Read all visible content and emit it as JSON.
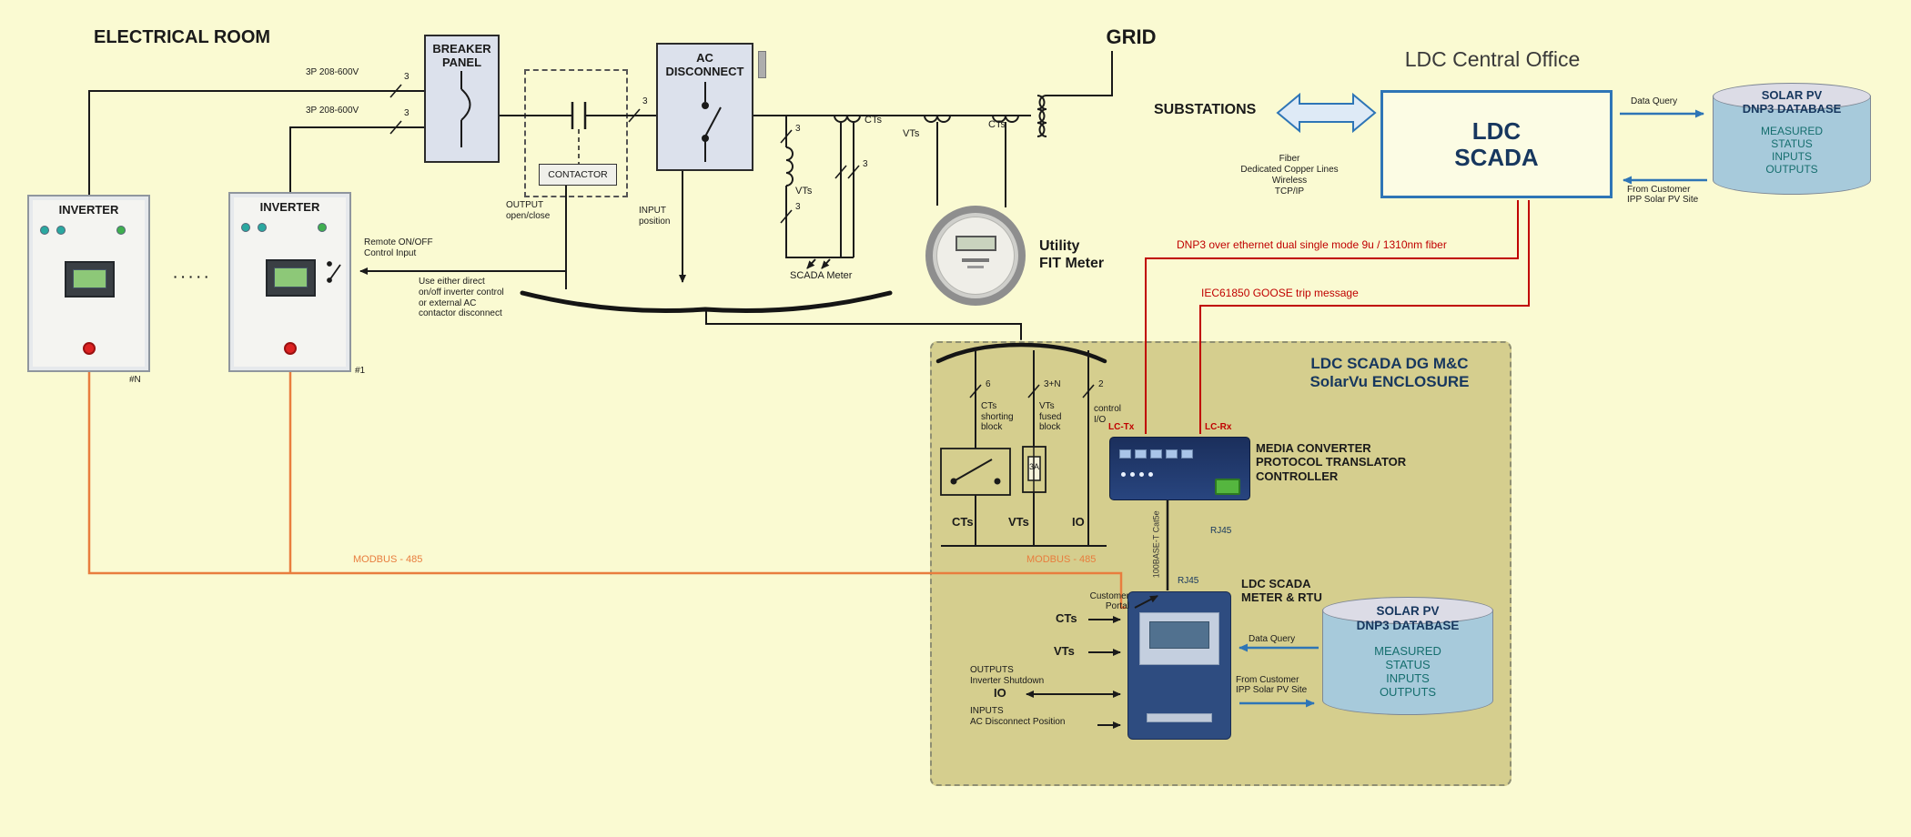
{
  "misc": {
    "three": "3"
  },
  "electrical_room": {
    "title": "ELECTRICAL ROOM",
    "inverter_label": "INVERTER",
    "tag_n": "#N",
    "tag_1": "#1",
    "dots": "·  ·  ·  ·  ·",
    "wire_label_top": "3P 208-600V",
    "wire_label_bottom": "3P 208-600V",
    "remote_note": "Remote ON/OFF\nControl Input",
    "control_note": "Use either direct\non/off inverter control\nor external AC\ncontactor disconnect",
    "modbus_a": "MODBUS - 485"
  },
  "switchgear": {
    "breaker_panel": "BREAKER\nPANEL",
    "contactor": "CONTACTOR",
    "ac_disconnect": "AC\nDISCONNECT",
    "output_note": "OUTPUT\nopen/close",
    "input_note": "INPUT\nposition"
  },
  "grid_interconnect": {
    "grid": "GRID",
    "cts_a": "CTs",
    "cts_b": "CTs",
    "vts_a": "VTs",
    "vts_b": "VTs",
    "scada_meter": "SCADA Meter",
    "fit_meter": "Utility\nFIT Meter"
  },
  "ldc_office": {
    "title": "LDC Central Office",
    "substations": "SUBSTATIONS",
    "scada_box": "LDC\nSCADA",
    "comm_note": "Fiber\nDedicated Copper Lines\nWireless\nTCP/IP",
    "data_query": "Data Query",
    "from_customer": "From Customer\nIPP Solar PV Site"
  },
  "db_top": {
    "title": "SOLAR PV\nDNP3 DATABASE",
    "body": "MEASURED\nSTATUS\nINPUTS\nOUTPUTS"
  },
  "links": {
    "dnp3": "DNP3 over ethernet dual single mode 9u / 1310nm  fiber",
    "goose": "IEC61850 GOOSE trip message"
  },
  "enclosure": {
    "title": "LDC SCADA DG M&C\nSolarVu ENCLOSURE",
    "n_cts": "6",
    "n_vts": "3+N",
    "n_io": "2",
    "cts_block_note": "CTs\nshorting\nblock",
    "vts_block_note": "VTs\nfused\nblock",
    "io_note": "control\nI/O",
    "fuse": "3A",
    "cts": "CTs",
    "vts": "VTs",
    "io": "IO",
    "lc_tx": "LC-Tx",
    "lc_rx": "LC-Rx",
    "media_converter": "MEDIA CONVERTER\nPROTOCOL TRANSLATOR\nCONTROLLER",
    "rj45_a": "RJ45",
    "rj45_b": "RJ45",
    "cable": "100BASE-T  Cat5e",
    "modbus_b": "MODBUS - 485"
  },
  "meter_rtu": {
    "title": "LDC SCADA\nMETER & RTU",
    "customer_portal": "Customer\nPortal",
    "cts": "CTs",
    "vts": "VTs",
    "io": "IO",
    "outputs_note": "OUTPUTS\nInverter Shutdown",
    "inputs_note": "INPUTS\nAC Disconnect Position",
    "data_query": "Data Query",
    "from_customer": "From Customer\nIPP Solar PV Site"
  },
  "db_bottom": {
    "title": "SOLAR PV\nDNP3 DATABASE",
    "body": "MEASURED\nSTATUS\nINPUTS\nOUTPUTS"
  },
  "colors": {
    "background": "#FAFAD2",
    "enclosure": "#D5CE8E",
    "accent_blue": "#2E75B6",
    "navy": "#17375E",
    "signal_red": "#C00000",
    "modbus_orange": "#E87D3E",
    "db_teal": "#156E6E"
  }
}
